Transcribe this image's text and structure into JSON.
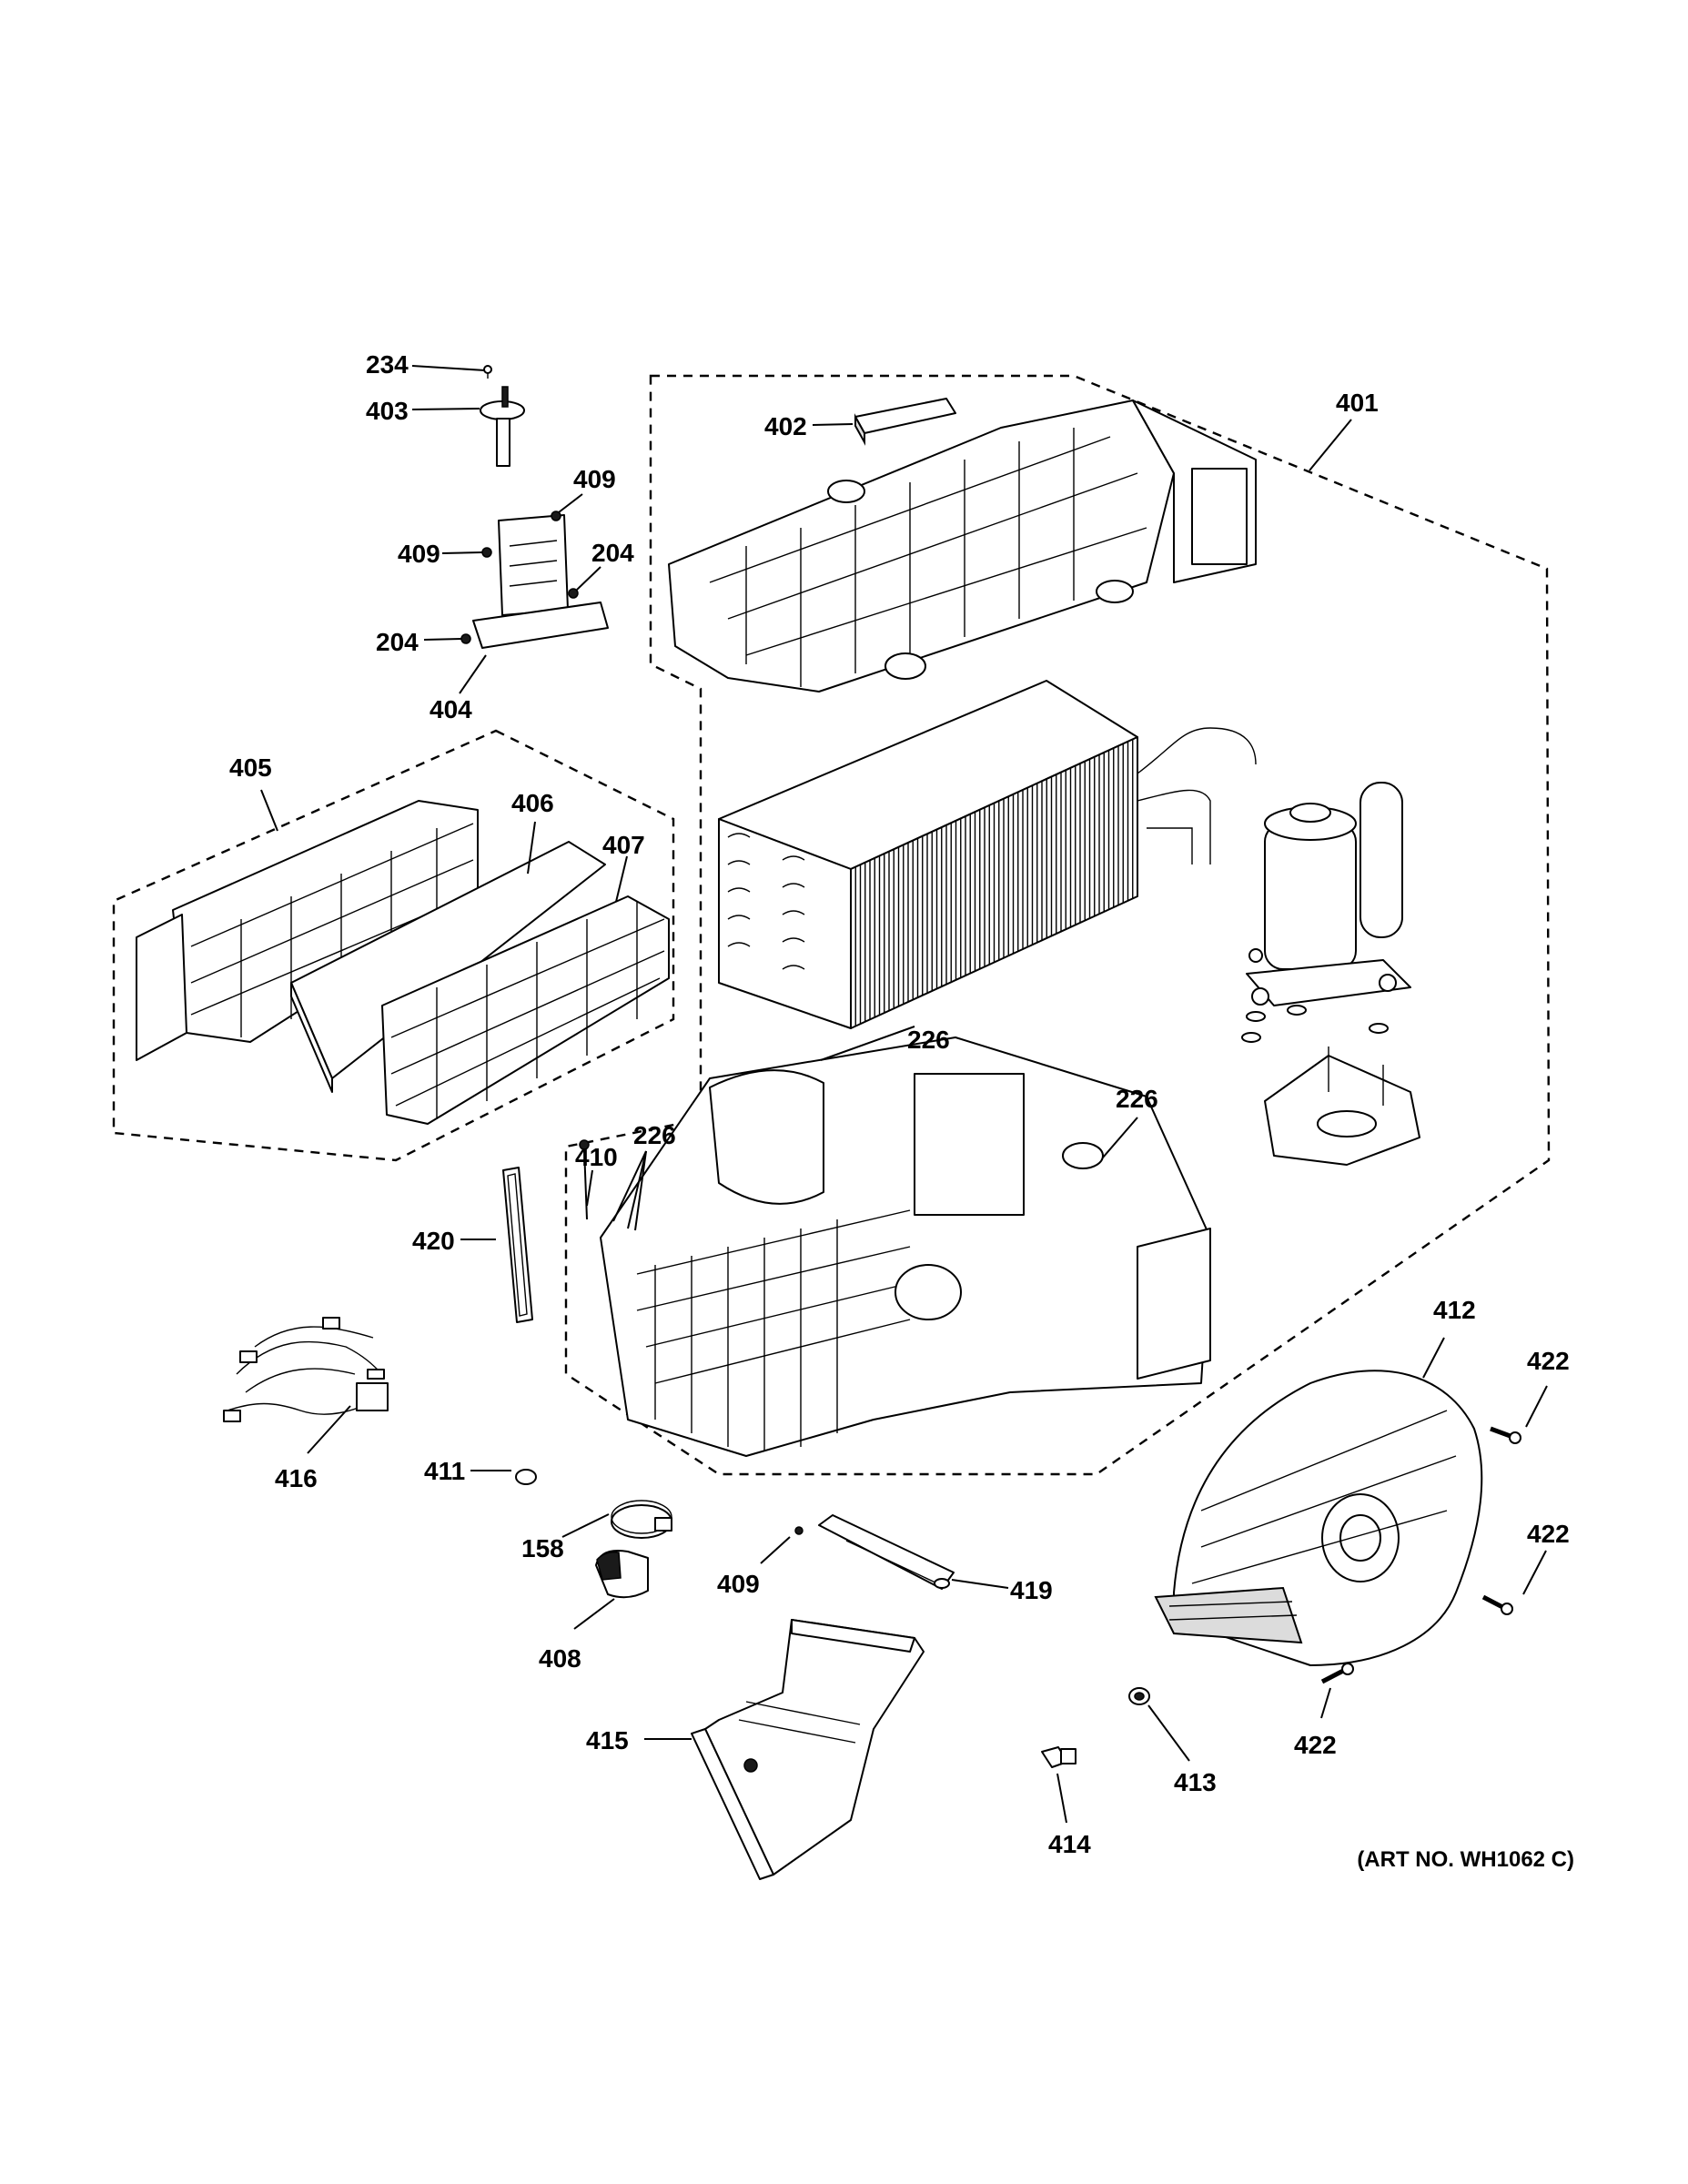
{
  "diagram": {
    "callouts": {
      "c234": "234",
      "c403": "403",
      "c409a": "409",
      "c409b": "409",
      "c204a": "204",
      "c204b": "204",
      "c404": "404",
      "c402": "402",
      "c401": "401",
      "c405": "405",
      "c406": "406",
      "c407": "407",
      "c226a": "226",
      "c226b": "226",
      "c226c": "226",
      "c410": "410",
      "c420": "420",
      "c416": "416",
      "c411": "411",
      "c158": "158",
      "c408": "408",
      "c409c": "409",
      "c419": "419",
      "c415": "415",
      "c414": "414",
      "c413": "413",
      "c412": "412",
      "c422a": "422",
      "c422b": "422",
      "c422c": "422"
    },
    "art_number": "(ART NO. WH1062 C)"
  }
}
